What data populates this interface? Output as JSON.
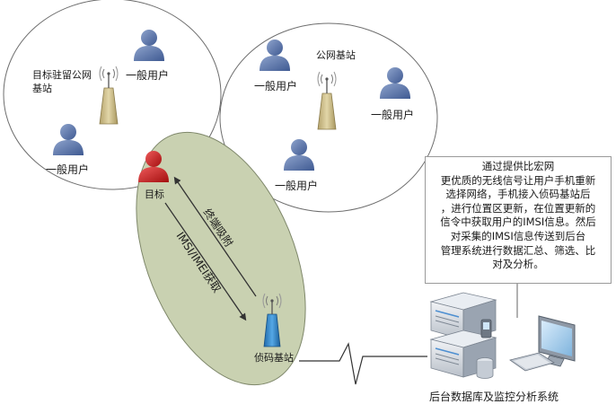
{
  "labels": {
    "target_cell_station": "目标驻留公网\n基站",
    "public_station": "公网基站",
    "user": "一般用户",
    "target": "目标",
    "fake_station": "侦码基站",
    "terminal_attach": "终端吸附",
    "imsi_capture": "IMSI/IMEI获取",
    "backend_system": "后台数据库及监控分析系统"
  },
  "note": {
    "text": "通过提供比宏网\n更优质的无线信号让用户手机重新\n选择网络，手机接入侦码基站后\n，进行位置区更新，在位置更新的\n信令中获取用户的IMSI信息。然后\n对采集的IMSI信息传送到后台\n管理系统进行数据汇总、筛选、比\n对及分析。"
  },
  "colors": {
    "user_blue": "#5872a8",
    "target_red": "#c81e1e",
    "antenna_tan": "#cdbd8a",
    "fake_antenna_blue": "#2f86c9",
    "ellipse_green": "#c9d1b1"
  }
}
